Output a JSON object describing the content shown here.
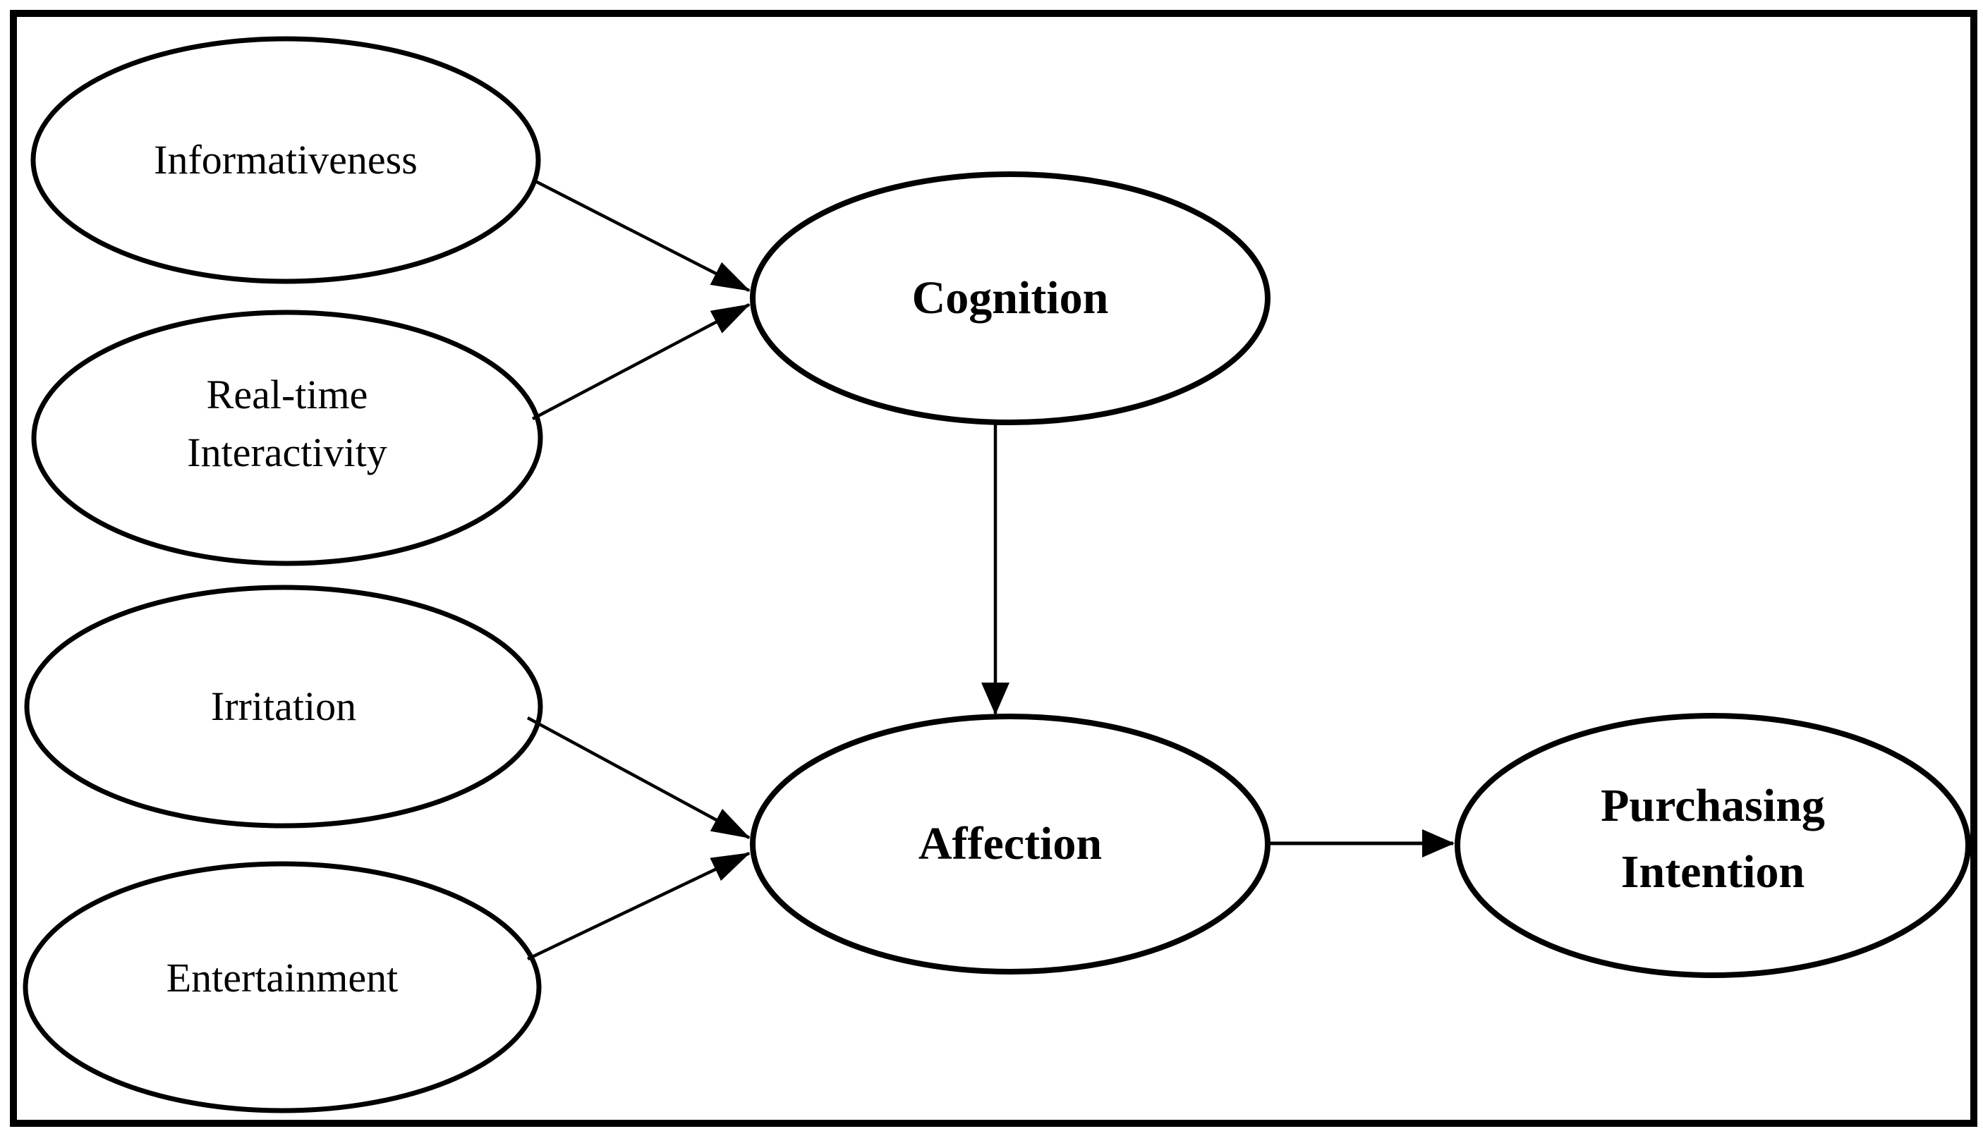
{
  "figure": {
    "kind": "conceptual-model-diagram",
    "colors": {
      "stroke": "#000000",
      "text": "#000000",
      "background": "#ffffff"
    },
    "nodes": [
      {
        "id": "informativeness",
        "lines": [
          "Informativeness"
        ],
        "emphasis": "regular"
      },
      {
        "id": "real-time-interactivity",
        "lines": [
          "Real-time",
          "Interactivity"
        ],
        "emphasis": "regular"
      },
      {
        "id": "irritation",
        "lines": [
          "Irritation"
        ],
        "emphasis": "regular"
      },
      {
        "id": "entertainment",
        "lines": [
          "Entertainment"
        ],
        "emphasis": "regular"
      },
      {
        "id": "cognition",
        "lines": [
          "Cognition"
        ],
        "emphasis": "bold"
      },
      {
        "id": "affection",
        "lines": [
          "Affection"
        ],
        "emphasis": "bold"
      },
      {
        "id": "purchasing-intention",
        "lines": [
          "Purchasing",
          "Intention"
        ],
        "emphasis": "bold"
      }
    ],
    "edges": [
      {
        "from": "informativeness",
        "to": "cognition"
      },
      {
        "from": "real-time-interactivity",
        "to": "cognition"
      },
      {
        "from": "cognition",
        "to": "affection"
      },
      {
        "from": "irritation",
        "to": "affection"
      },
      {
        "from": "entertainment",
        "to": "affection"
      },
      {
        "from": "affection",
        "to": "purchasing-intention"
      }
    ]
  }
}
